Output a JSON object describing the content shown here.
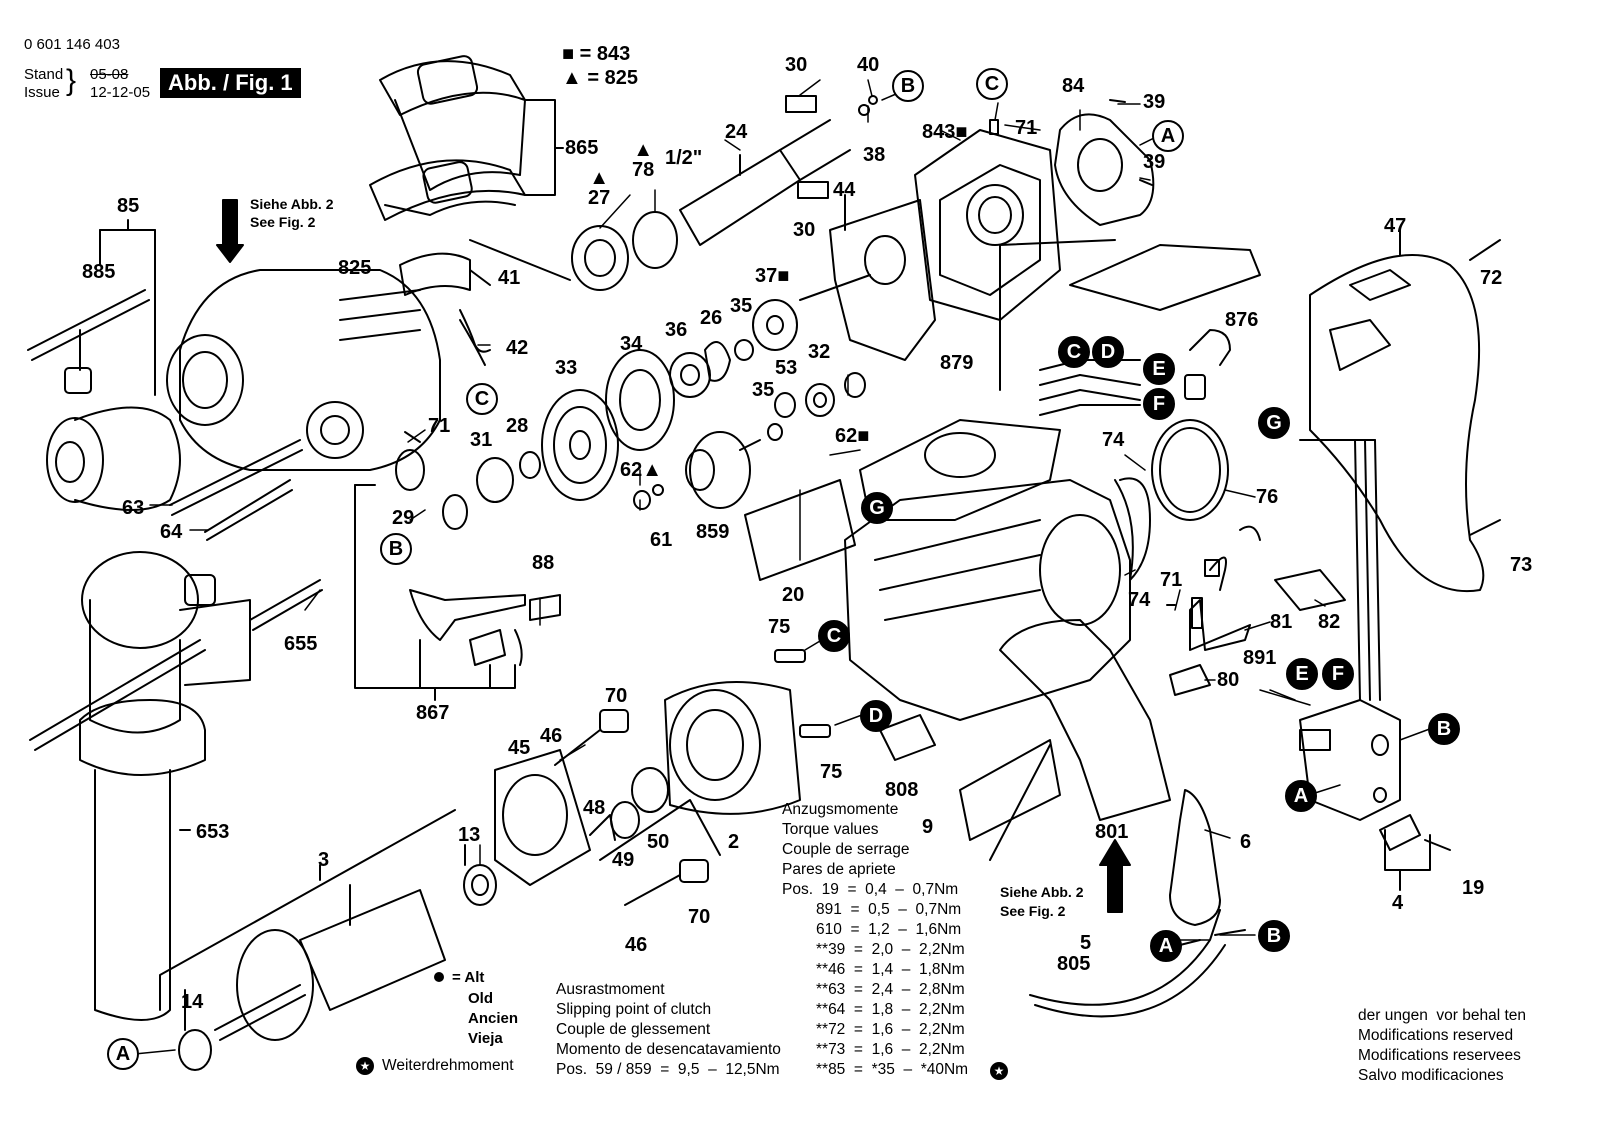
{
  "header": {
    "part_number": "0 601 146 403",
    "stand_label": "Stand",
    "issue_label": "Issue",
    "stand_value": "05-08",
    "issue_value": "12-12-05",
    "figure_tag": "Abb. / Fig. 1"
  },
  "legend_symbols": {
    "square_eq": "■ = 843",
    "triangle_eq": "▲ = 825"
  },
  "see_fig": {
    "top_de": "Siehe Abb. 2",
    "top_en": "See Fig. 2",
    "bottom_de": "Siehe Abb. 2",
    "bottom_en": "See Fig. 2"
  },
  "part_labels": {
    "p30a": "30",
    "p40": "40",
    "p38": "38",
    "p24": "24",
    "p30b": "30",
    "p44": "44",
    "p27": "▲\n27",
    "p78": "▲\n78",
    "p12in": "1/2\"",
    "p865": "865",
    "p843": "843■",
    "p71a": "71",
    "p84": "84",
    "p39a": "39",
    "p39b": "39",
    "p85": "85",
    "p885": "885",
    "p825": "825",
    "p41": "41",
    "p42": "42",
    "p37": "37■",
    "p36": "36",
    "p26": "26",
    "p35a": "35",
    "p34": "34",
    "p33": "33",
    "p53": "53",
    "p32": "32",
    "p35b": "35",
    "p62a": "62■",
    "p62b": "62▲",
    "p61": "61",
    "p879": "879",
    "p876": "876",
    "p47": "47",
    "p72": "72",
    "p71b": "71",
    "p31": "31",
    "p28": "28",
    "p63": "63",
    "p64": "64",
    "p29": "29",
    "p859": "859",
    "p74a": "74",
    "p74b": "74",
    "p76": "76",
    "p20": "20",
    "p88": "88",
    "p655": "655",
    "p867": "867",
    "p71c": "71",
    "p81": "81",
    "p82": "82",
    "p73": "73",
    "p891": "891",
    "p80": "80",
    "p75a": "75",
    "p75b": "75",
    "p70a": "70",
    "p70b": "70",
    "p46a": "46",
    "p46b": "46",
    "p45": "45",
    "p48": "48",
    "p50": "50",
    "p49": "49",
    "p2": "2",
    "p808": "808",
    "p9": "9",
    "p801": "801",
    "p6": "6",
    "p4": "4",
    "p19": "19",
    "p653": "653",
    "p3": "3",
    "p13": "13",
    "p14": "14",
    "p5": "5",
    "p805": "805"
  },
  "circle_labels": {
    "B_top": "B",
    "C_top": "C",
    "A_top": "A",
    "C_mid": "C",
    "B_mid": "B",
    "C_blk": "C",
    "D_blk": "D",
    "E_blk": "E",
    "F_blk": "F",
    "G_left": "G",
    "G_right": "G",
    "C_75": "C",
    "D_75": "D",
    "E_sw": "E",
    "F_sw": "F",
    "B_sw": "B",
    "A_sw": "A",
    "A_cord": "A",
    "B_cord": "B",
    "A_bottom": "A"
  },
  "old_legend": {
    "title": "= Alt",
    "en": "Old",
    "fr": "Ancien",
    "es": "Vieja"
  },
  "weiterdreh": "Weiterdrehmoment",
  "torque": {
    "lines": [
      "Anzugsmomente",
      "Torque values",
      "Couple de serrage",
      "Pares de apriete"
    ],
    "rows": [
      "Pos.  19  =  0,4  –  0,7Nm",
      "891  =  0,5  –  0,7Nm",
      "610  =  1,2  –  1,6Nm",
      "**39  =  2,0  –  2,2Nm",
      "**46  =  1,4  –  1,8Nm",
      "**63  =  2,4  –  2,8Nm",
      "**64  =  1,8  –  2,2Nm",
      "**72  =  1,6  –  2,2Nm",
      "**73  =  1,6  –  2,2Nm",
      "**85  =  *35  –  *40Nm"
    ]
  },
  "clutch": {
    "lines": [
      "Ausrastmoment",
      "Slipping point of clutch",
      "Couple de glessement",
      "Momento de desencatavamiento"
    ],
    "pos": "Pos.  59 / 859  =  9,5  –  12,5Nm"
  },
  "modifications": [
    "der ungen  vor behal ten",
    "Modifications reserved",
    "Modifications reservees",
    "Salvo modificaciones"
  ]
}
